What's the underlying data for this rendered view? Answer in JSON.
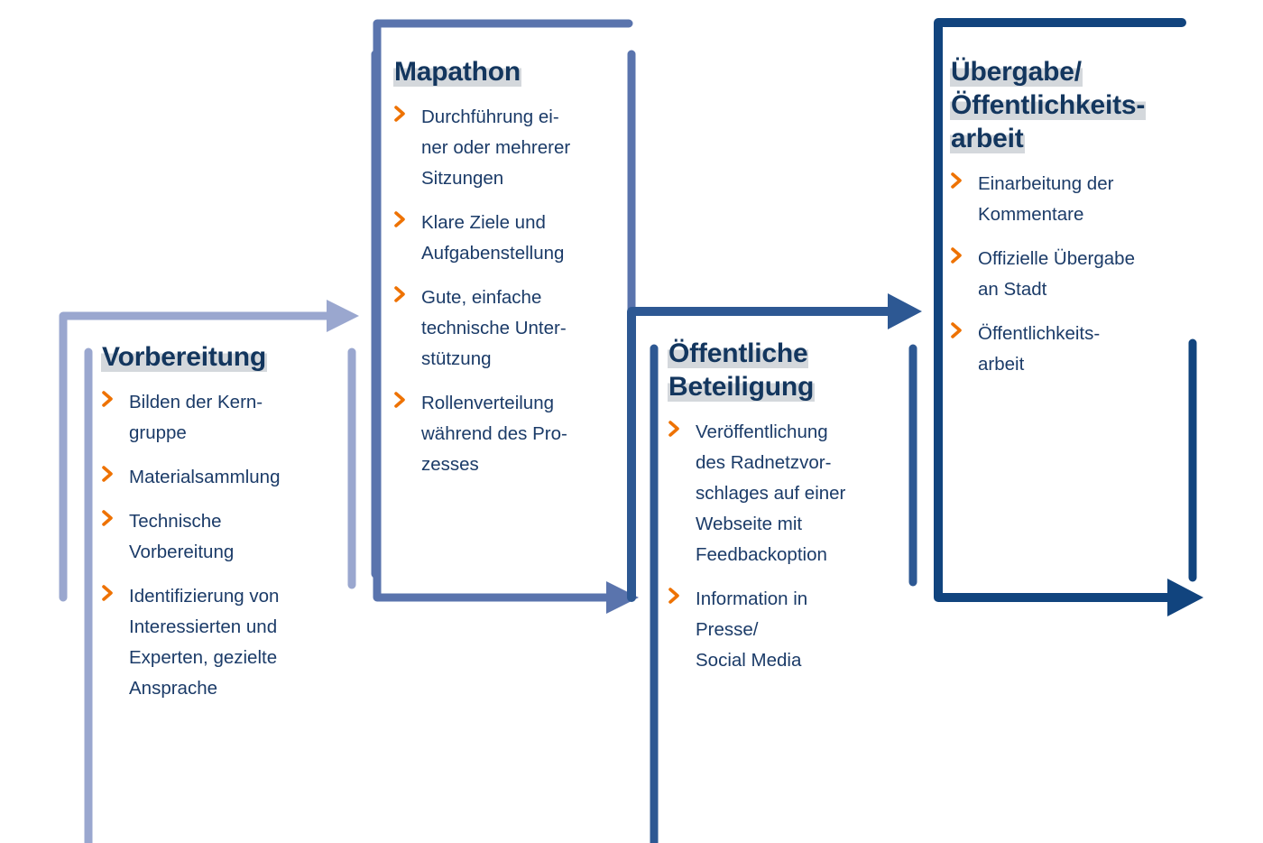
{
  "diagram": {
    "title_highlight_color": "#cdd1d6",
    "accent_bullet_color": "#ee7203",
    "text_color": "#1b3b68",
    "heading_color": "#13365e",
    "arrow_colors": [
      "#9aa7cf",
      "#5a74ad",
      "#2d5893",
      "#11447e"
    ],
    "stages": [
      {
        "id": "vorbereitung",
        "title_lines": [
          "Vorbereitung"
        ],
        "bullets": [
          "Bilden der Kern-\ngruppe",
          "Materialsammlung",
          "Technische\nVorbereitung",
          "Identifizierung von\nInteressierten und\nExperten, gezielte\nAnsprache"
        ]
      },
      {
        "id": "mapathon",
        "title_lines": [
          "Mapathon"
        ],
        "bullets": [
          "Durchführung ei-\nner oder mehrerer\nSitzungen",
          "Klare Ziele und\nAufgabenstellung",
          "Gute, einfache\ntechnische Unter-\nstützung",
          "Rollenverteilung\nwährend des Pro-\nzesses"
        ]
      },
      {
        "id": "oeffentliche-beteiligung",
        "title_lines": [
          "Öffentliche",
          "Beteiligung"
        ],
        "bullets": [
          "Veröffentlichung\ndes Radnetzvor-\nschlages auf einer\nWebseite mit\nFeedbackoption",
          "Information in\nPresse/\nSocial Media"
        ]
      },
      {
        "id": "uebergabe-oeffentlichkeitsarbeit",
        "title_lines": [
          "Übergabe/",
          "Öffentlichkeits-",
          "arbeit"
        ],
        "bullets": [
          "Einarbeitung der\nKommentare",
          "Offizielle Übergabe\nan Stadt",
          "Öffentlichkeits-\narbeit"
        ]
      }
    ]
  }
}
